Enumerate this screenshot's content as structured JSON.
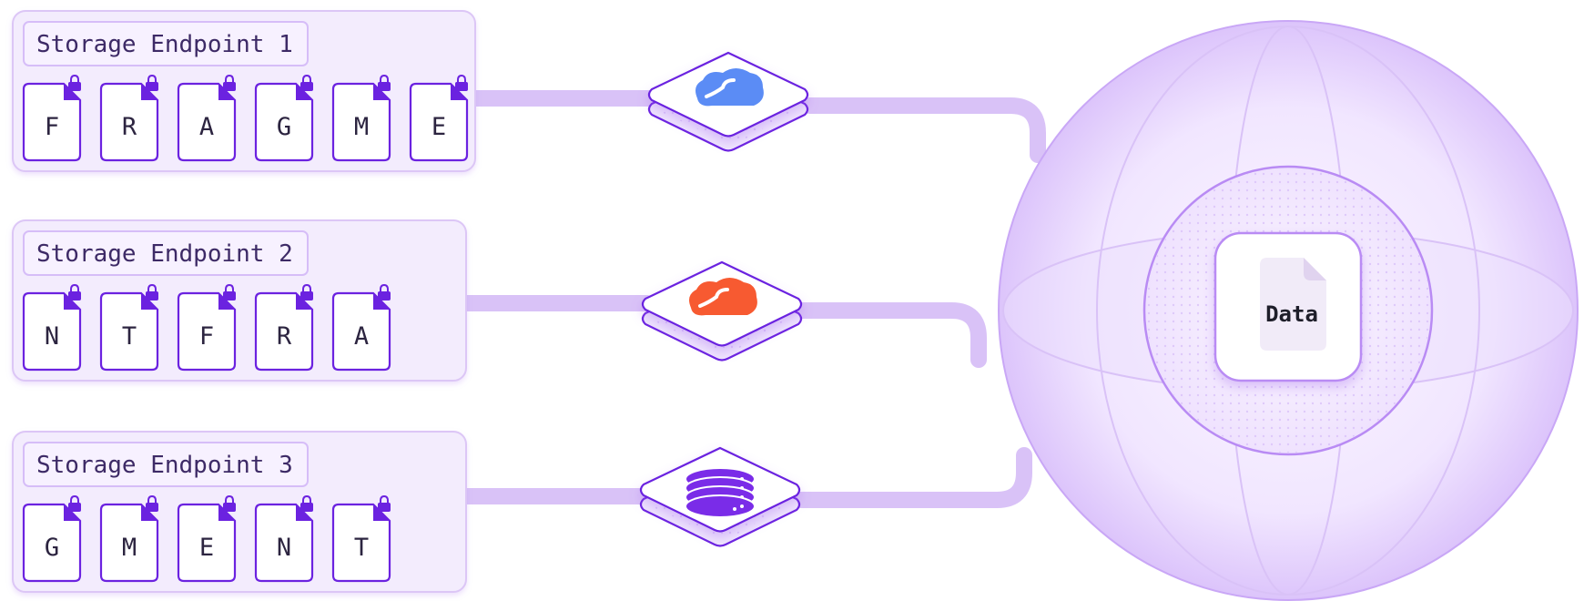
{
  "endpoints": [
    {
      "label": "Storage Endpoint 1",
      "fragments": [
        "F",
        "R",
        "A",
        "G",
        "M",
        "E"
      ],
      "provider": "blue-cloud-icon"
    },
    {
      "label": "Storage Endpoint 2",
      "fragments": [
        "N",
        "T",
        "F",
        "R",
        "A"
      ],
      "provider": "orange-cloud-icon"
    },
    {
      "label": "Storage Endpoint 3",
      "fragments": [
        "G",
        "M",
        "E",
        "N",
        "T"
      ],
      "provider": "database-server-icon"
    }
  ],
  "core": {
    "label": "Data",
    "icon": "document-icon"
  },
  "colors": {
    "accent": "#6b22e0",
    "track": "#d9c2f7",
    "panel_fill": "#f3ecfd",
    "panel_stroke": "#dcc6f6",
    "blue_cloud": "#5b8cf5",
    "orange_cloud": "#f75a31",
    "database": "#7a2ce8"
  }
}
